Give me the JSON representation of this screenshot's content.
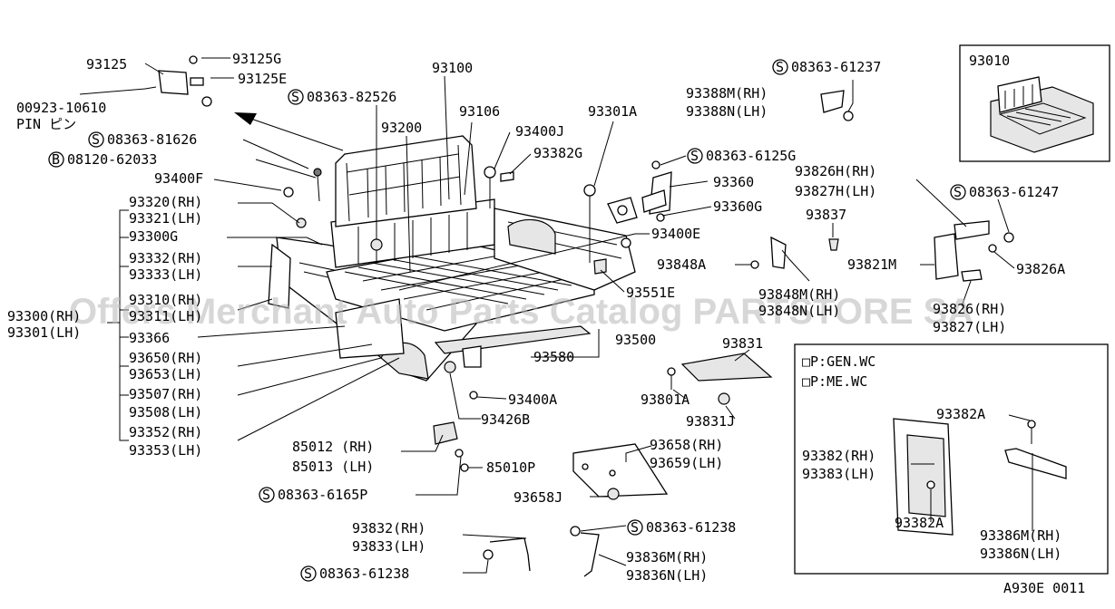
{
  "labels": {
    "l93125": "93125",
    "l93125g": "93125G",
    "l93125e": "93125E",
    "l00923": "00923-10610",
    "lpin": "PIN ピン",
    "l93100": "93100",
    "l8252": "08363-82526",
    "l93200": "93200",
    "l93106": "93106",
    "l93301a": "93301A",
    "l81626": "08363-81626",
    "l62033": "08120-62033",
    "l93400j": "93400J",
    "l93382g": "93382G",
    "l6125g": "08363-6125G",
    "l93400f": "93400F",
    "l93360": "93360",
    "l93360g": "93360G",
    "l93320": "93320(RH)",
    "l93321": "93321(LH)",
    "l93300g": "93300G",
    "l93400e": "93400E",
    "l93332": "93332(RH)",
    "l93333": "93333(LH)",
    "l93848a": "93848A",
    "l93310": "93310(RH)",
    "l93311": "93311(LH)",
    "l93551e": "93551E",
    "l93848m": "93848M(RH)",
    "l93848n": "93848N(LH)",
    "l93300": "93300(RH)",
    "l93301": "93301(LH)",
    "l93366": "93366",
    "l93500": "93500",
    "l93650": "93650(RH)",
    "l93653": "93653(LH)",
    "l93580": "93580",
    "l93507": "93507(RH)",
    "l93508": "93508(LH)",
    "l93400a": "93400A",
    "l93426b": "93426B",
    "l93352": "93352(RH)",
    "l93353": "93353(LH)",
    "l85012": "85012 (RH)",
    "l85013": "85013 (LH)",
    "l85010p": "85010P",
    "l6165p": "08363-6165P",
    "l93388m": "93388M(RH)",
    "l93388n": "93388N(LH)",
    "l61237": "08363-61237",
    "l93010": "93010",
    "l93826h": "93826H(RH)",
    "l93827h": "93827H(LH)",
    "l61247": "08363-61247",
    "l93837": "93837",
    "l93821m": "93821M",
    "l93826a": "93826A",
    "l93826": "93826(RH)",
    "l93827": "93827(LH)",
    "l93831": "93831",
    "l93801a": "93801A",
    "l93831j": "93831J",
    "l93658": "93658(RH)",
    "l93659": "93659(LH)",
    "l93658j": "93658J",
    "l93832": "93832(RH)",
    "l93833": "93833(LH)",
    "l61238a": "08363-61238",
    "l61238b": "08363-61238",
    "l93836m": "93836M(RH)",
    "l93836n": "93836N(LH)",
    "lgenwc": "□P:GEN.WC",
    "lmewc": "□P:ME.WC",
    "l93382a1": "93382A",
    "l93382": "93382(RH)",
    "l93383": "93383(LH)",
    "l93382a2": "93382A",
    "l93386m": "93386M(RH)",
    "l93386n": "93386N(LH)",
    "lref": "A930E 0011"
  },
  "symbols": {
    "s_mark": "S",
    "b_mark": "B"
  },
  "watermark": "Offers Merchant Auto Parts Catalog PARTSTORE SA"
}
